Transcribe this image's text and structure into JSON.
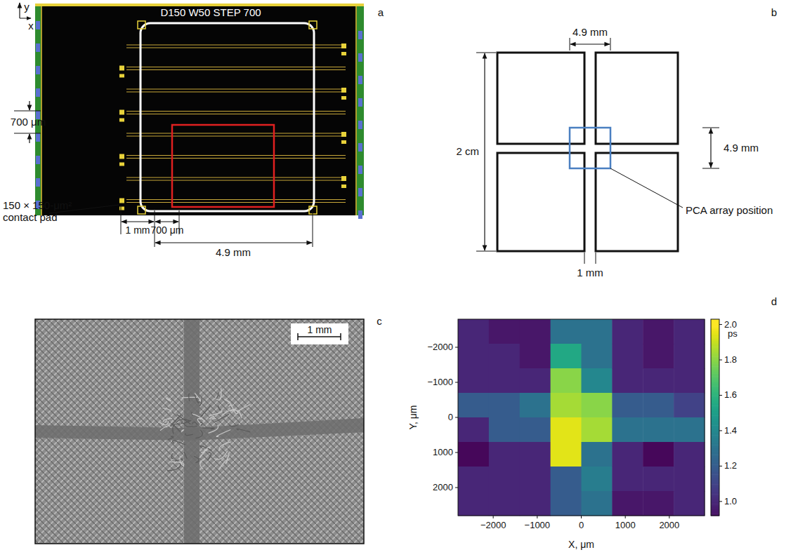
{
  "diagram": {
    "labels": [
      "y",
      "x",
      "D150 W50 STEP 700",
      "a",
      "700 μm",
      "150 × 150-μm² contact pad",
      "1 mm",
      "700 μm",
      "4.9 mm",
      "4.9 mm",
      "b",
      "2 cm",
      "4.9 mm",
      "PCA array position",
      "1 mm",
      "c",
      "1 mm",
      "d",
      "−2000",
      "−1000",
      "0",
      "1000",
      "2000",
      "Y, μm",
      "2.0",
      "1.8",
      "1.6",
      "1.4",
      "1.2",
      "1.0",
      "ps",
      "−2000",
      "−1000",
      "0",
      "1000",
      "2000",
      "X, μm"
    ]
  }
}
